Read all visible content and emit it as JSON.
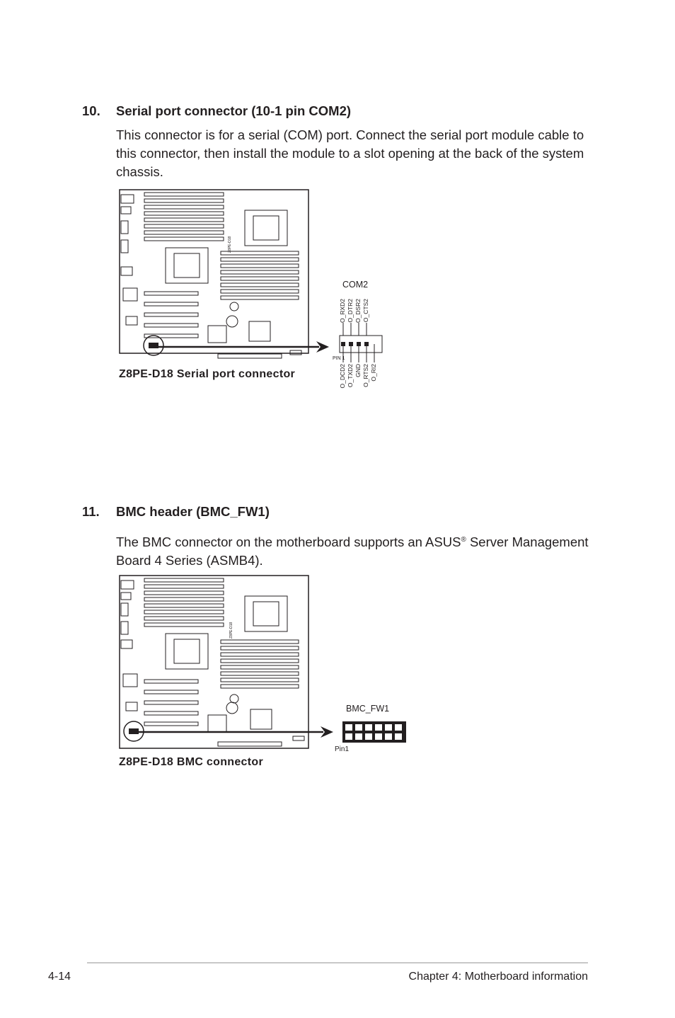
{
  "section10": {
    "number": "10.",
    "title": "Serial port connector (10-1 pin COM2)",
    "body": "This connector is for a serial (COM) port. Connect the serial port module cable to this connector, then install the module to a slot opening at the back of the system chassis.",
    "caption": "Z8PE-D18 Serial port connector",
    "connector_label": "COM2",
    "pin_label": "PIN 1",
    "top_pins": [
      "O_RXD2",
      "O_DTR2",
      "O_DSR2",
      "O_CTS2"
    ],
    "bottom_pins": [
      "O_DCD2",
      "O_TXD2",
      "GND",
      "O_RTS2",
      "O_RI2"
    ]
  },
  "section11": {
    "number": "11.",
    "title": "BMC header (BMC_FW1)",
    "body_pre": "The BMC connector on the motherboard supports an ASUS",
    "body_sup": "®",
    "body_post": " Server Management Board 4 Series (ASMB4).",
    "caption": "Z8PE-D18 BMC connector",
    "connector_label": "BMC_FW1",
    "pin_label": "Pin1"
  },
  "board_label": "Z8PE-D18",
  "footer": {
    "page": "4-14",
    "chapter": "Chapter 4: Motherboard information"
  }
}
